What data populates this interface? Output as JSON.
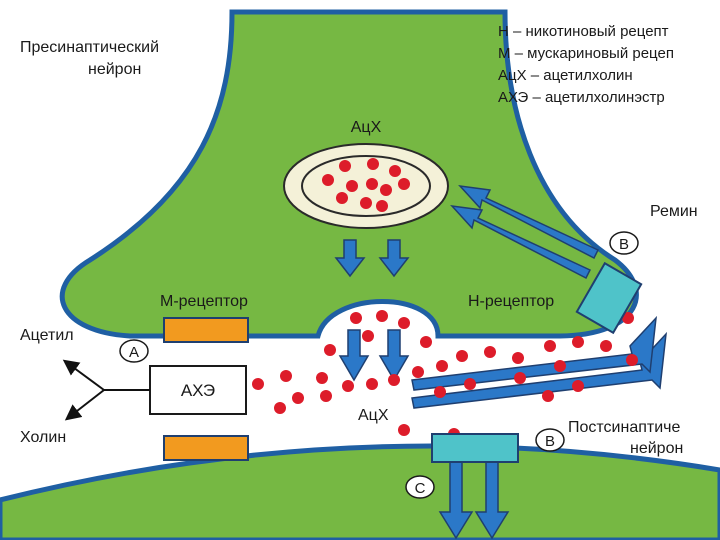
{
  "presynaptic_label_line1": "Пресинаптический",
  "presynaptic_label_line2": "нейрон",
  "legend": [
    "Н – никотиновый рецепт",
    "М – мускариновый рецеп",
    "АцХ – ацетилхолин",
    "АХЭ – ацетилхолинэстр"
  ],
  "vesicle_label": "АцХ",
  "reuptake_label": "Ремин",
  "m_receptor_label": "М-рецептор",
  "h_receptor_label": "Н-рецептор",
  "acetyl_label": "Ацетил",
  "choline_label": "Холин",
  "ache_box_label": "АХЭ",
  "cleft_ach_label": "АцХ",
  "postsynaptic_label_line1": "Постсинаптиче",
  "postsynaptic_label_line2": "нейрон",
  "marker_a": "А",
  "marker_b_top": "В",
  "marker_b_bottom": "В",
  "marker_c": "С",
  "colors": {
    "neuron_green": "#76b843",
    "membrane_blue": "#1f5fa3",
    "arrow_blue": "#2b78c8",
    "molecule_red": "#dd1c2a",
    "receptor_orange": "#f29a1f",
    "receptor_cyan": "#4fc3c9",
    "vesicle_fill": "#f4f1d8"
  }
}
